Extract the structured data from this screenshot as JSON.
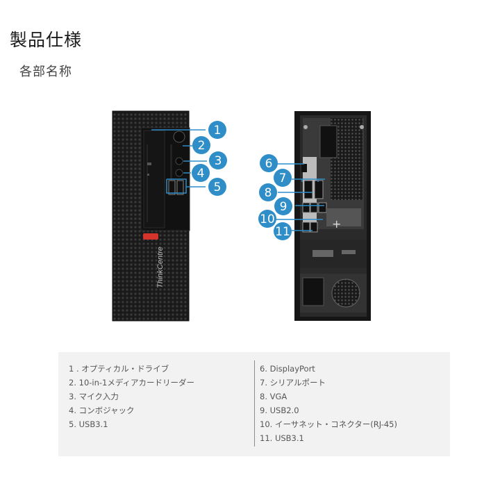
{
  "header": {
    "title": "製品仕様",
    "subtitle": "各部名称"
  },
  "figure": {
    "brand_text": "ThinkCentre",
    "accent_color": "#2f8dc8",
    "front_callouts": [
      "1",
      "2",
      "3",
      "4",
      "5"
    ],
    "rear_callouts": [
      "6",
      "7",
      "8",
      "9",
      "10",
      "11"
    ]
  },
  "legend": {
    "left": [
      "1 . オプティカル・ドライブ",
      "2. 10-in-1メディアカードリーダー",
      "3. マイク入力",
      "4. コンボジャック",
      "5. USB3.1"
    ],
    "right": [
      "6. DisplayPort",
      "7. シリアルポート",
      "8. VGA",
      "9. USB2.0",
      "10. イーサネット・コネクター(RJ-45)",
      "11. USB3.1"
    ]
  }
}
